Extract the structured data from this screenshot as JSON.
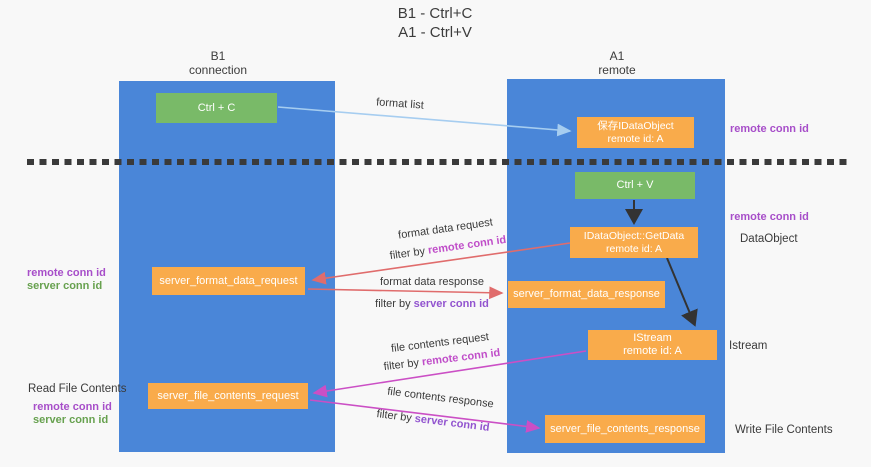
{
  "title": {
    "line1": "B1 - Ctrl+C",
    "line2": "A1 - Ctrl+V"
  },
  "lanes": {
    "left": {
      "title": "B1",
      "subtitle": "connection"
    },
    "right": {
      "title": "A1",
      "subtitle": "remote"
    }
  },
  "nodes": {
    "ctrl_c": {
      "label": "Ctrl + C"
    },
    "save_dataobject": {
      "line1": "保存IDataObject",
      "line2": "remote id: A"
    },
    "ctrl_v": {
      "label": "Ctrl + V"
    },
    "getdata": {
      "line1": "IDataObject::GetData",
      "line2": "remote id: A"
    },
    "server_format_data_request": {
      "label": "server_format_data_request"
    },
    "server_format_data_response": {
      "label": "server_format_data_response"
    },
    "istream": {
      "line1": "IStream",
      "line2": "remote id: A"
    },
    "server_file_contents_request": {
      "label": "server_file_contents_request"
    },
    "server_file_contents_response": {
      "label": "server_file_contents_response"
    }
  },
  "side_labels": {
    "right_remote_conn_id_top": "remote conn id",
    "right_remote_conn_id_mid": "remote conn id",
    "right_dataobject": "DataObject",
    "right_istream": "Istream",
    "right_write_file_contents": "Write File Contents",
    "left_remote_conn_id_top": "remote conn id",
    "left_server_conn_id_top": "server conn id",
    "left_read_file_contents": "Read File Contents",
    "left_remote_conn_id_bottom": "remote conn id",
    "left_server_conn_id_bottom": "server conn id"
  },
  "arrow_labels": {
    "format_list": "format list",
    "format_data_request": "format data request",
    "format_data_response": "format data response",
    "file_contents_request": "file contents request",
    "file_contents_response": "file contents response",
    "filter_by": "filter by ",
    "remote_conn_id": "remote conn id",
    "server_conn_id": "server conn id"
  },
  "arrows": [
    {
      "from": "ctrl_c",
      "to": "save_dataobject",
      "label": "format list",
      "color": "#a6cdf0"
    },
    {
      "from": "ctrl_v",
      "to": "getdata",
      "label": "",
      "color": "#333333"
    },
    {
      "from": "getdata",
      "to": "server_format_data_request",
      "label": "format data request / filter by remote conn id",
      "color": "#e06c6c"
    },
    {
      "from": "server_format_data_request",
      "to": "server_format_data_response",
      "label": "format data response / filter by server conn id",
      "color": "#e06c6c"
    },
    {
      "from": "getdata",
      "to": "istream",
      "label": "",
      "color": "#333333"
    },
    {
      "from": "istream",
      "to": "server_file_contents_request",
      "label": "file contents request / filter by remote conn id",
      "color": "#cb4fc5"
    },
    {
      "from": "server_file_contents_request",
      "to": "server_file_contents_response",
      "label": "file contents response / filter by server conn id",
      "color": "#cb4fc5"
    }
  ],
  "colors": {
    "background": "#f8f8f8",
    "lane_blue": "#4a86d8",
    "node_orange": "#f9ab4b",
    "node_green": "#79ba68",
    "arrow_red": "#e06c6c",
    "arrow_magenta": "#cb4fc5",
    "arrow_lightblue": "#a6cdf0",
    "arrow_black": "#333333",
    "text_purple": "#a74ec9",
    "text_green": "#67a14f",
    "dashed_line": "#3a3a3a"
  }
}
